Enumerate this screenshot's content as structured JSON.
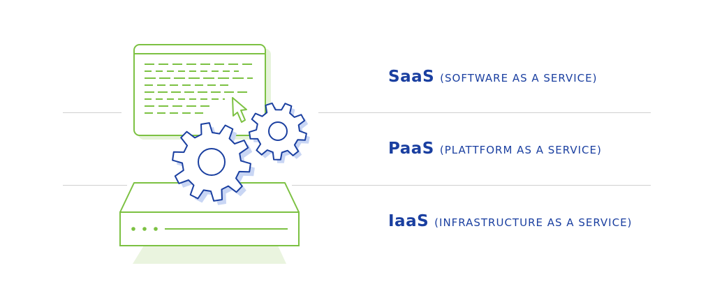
{
  "layers": [
    {
      "abbr": "SaaS",
      "full": "(SOFTWARE AS A SERVICE)"
    },
    {
      "abbr": "PaaS",
      "full": "(PLATTFORM AS A SERVICE)"
    },
    {
      "abbr": "IaaS",
      "full": "(INFRASTRUCTURE AS A SERVICE)"
    }
  ],
  "icons": {
    "window": "browser-window-icon",
    "cursor": "mouse-cursor-icon",
    "gear_large": "large-gear-icon",
    "gear_small": "small-gear-icon",
    "server": "server-icon"
  },
  "colors": {
    "green": "#7cc142",
    "green_light": "#e6f3da",
    "blue": "#1a3fa0",
    "blue_light": "#c9d6f4",
    "divider": "#cfcfcf"
  }
}
